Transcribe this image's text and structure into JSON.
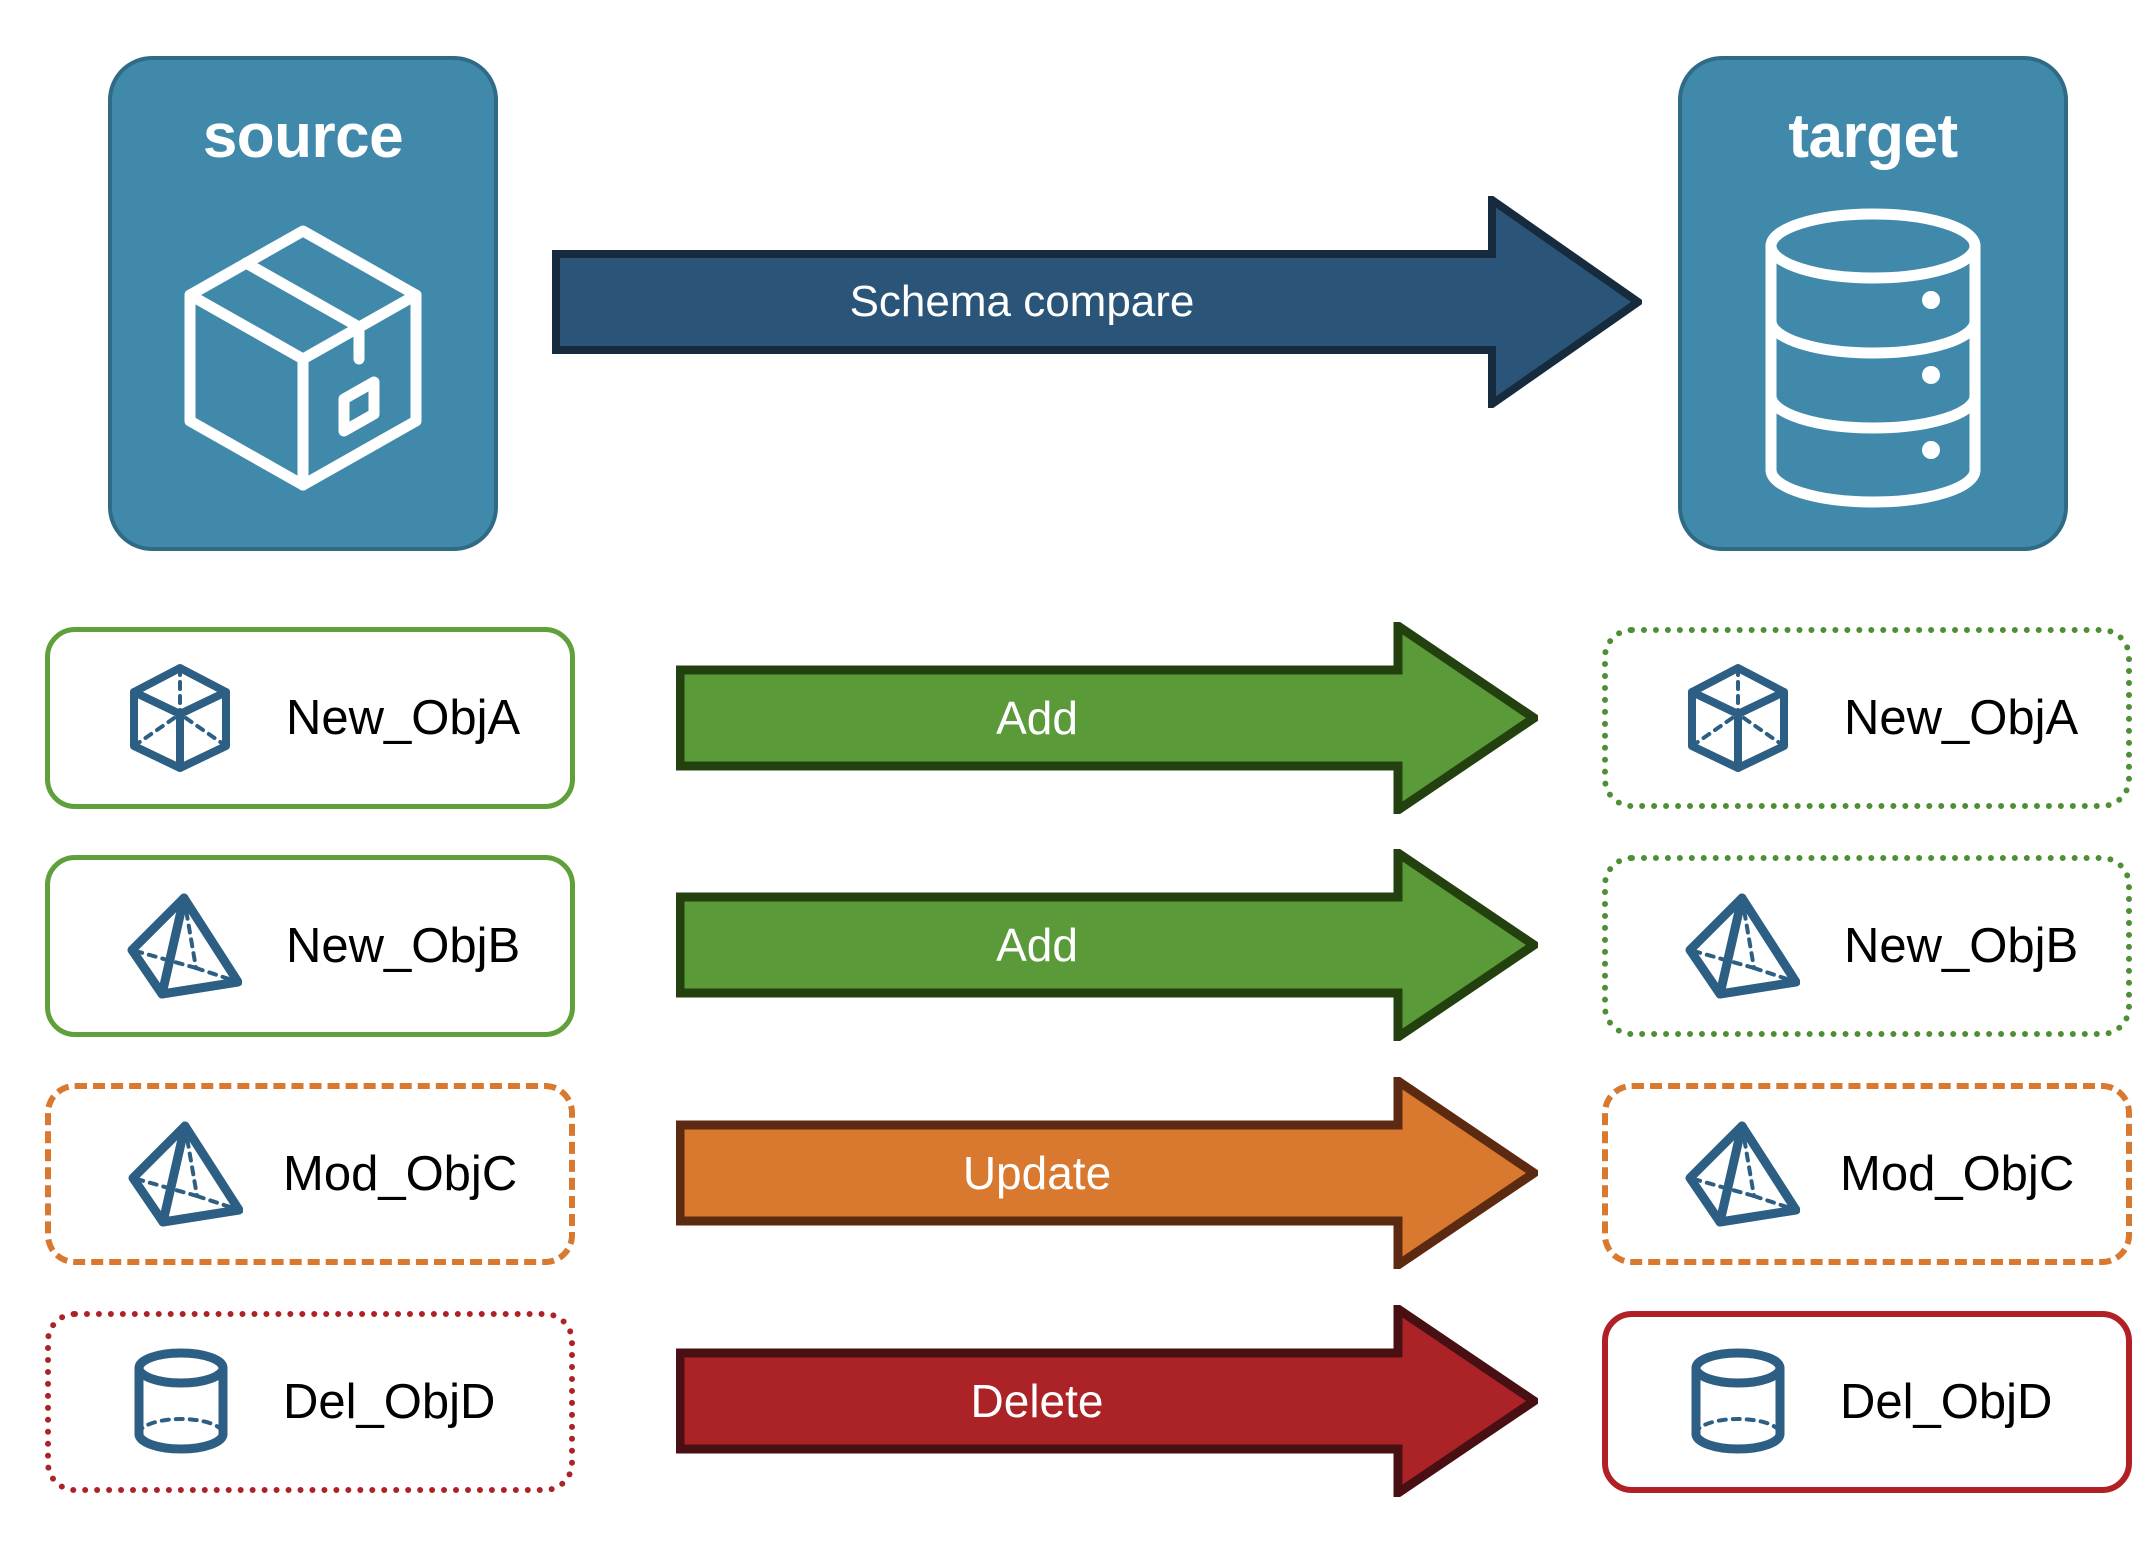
{
  "diagram": {
    "title": "Schema compare source to target",
    "background": "#ffffff",
    "palette": {
      "endpoint_fill": "#4189ab",
      "endpoint_border": "#2f6b85",
      "icon_blue": "#2d5f85",
      "compare_fill": "#2a5578",
      "compare_border": "#172b3e",
      "add_fill": "#5b9a38",
      "add_border": "#23400f",
      "update_fill": "#d9782f",
      "update_border": "#5c2a10",
      "delete_fill": "#ab2326",
      "delete_border": "#481013",
      "green_solid": "#5fa03a",
      "green_dotted": "#4e8f33",
      "orange_dashed": "#d9782f",
      "red_dotted": "#ad2226",
      "red_solid": "#b02025",
      "label_text": "#000000",
      "arrow_text": "#ffffff"
    }
  },
  "endpoints": {
    "source": {
      "title": "source",
      "icon": "package-box-icon"
    },
    "target": {
      "title": "target",
      "icon": "database-cylinder-icon"
    }
  },
  "compare": {
    "label": "Schema compare",
    "icon": "right-arrow-icon"
  },
  "rows": [
    {
      "source": {
        "label": "New_ObjA",
        "icon": "wireframe-cube-icon",
        "border_style": "solid",
        "border_color": "#5fa03a"
      },
      "action": {
        "label": "Add",
        "icon": "right-arrow-icon",
        "fill": "#5b9a38",
        "border": "#23400f"
      },
      "target": {
        "label": "New_ObjA",
        "icon": "wireframe-cube-icon",
        "border_style": "dotted",
        "border_color": "#4e8f33"
      }
    },
    {
      "source": {
        "label": "New_ObjB",
        "icon": "wireframe-pyramid-icon",
        "border_style": "solid",
        "border_color": "#5fa03a"
      },
      "action": {
        "label": "Add",
        "icon": "right-arrow-icon",
        "fill": "#5b9a38",
        "border": "#23400f"
      },
      "target": {
        "label": "New_ObjB",
        "icon": "wireframe-pyramid-icon",
        "border_style": "dotted",
        "border_color": "#4e8f33"
      }
    },
    {
      "source": {
        "label": "Mod_ObjC",
        "icon": "wireframe-pyramid-icon",
        "border_style": "dashed",
        "border_color": "#d9782f"
      },
      "action": {
        "label": "Update",
        "icon": "right-arrow-icon",
        "fill": "#d9782f",
        "border": "#5c2a10"
      },
      "target": {
        "label": "Mod_ObjC",
        "icon": "wireframe-pyramid-icon",
        "border_style": "dashed",
        "border_color": "#d9782f"
      }
    },
    {
      "source": {
        "label": "Del_ObjD",
        "icon": "wireframe-cylinder-icon",
        "border_style": "dotted",
        "border_color": "#ad2226"
      },
      "action": {
        "label": "Delete",
        "icon": "right-arrow-icon",
        "fill": "#ab2326",
        "border": "#481013"
      },
      "target": {
        "label": "Del_ObjD",
        "icon": "wireframe-cylinder-icon",
        "border_style": "solid",
        "border_color": "#b02025"
      }
    }
  ]
}
